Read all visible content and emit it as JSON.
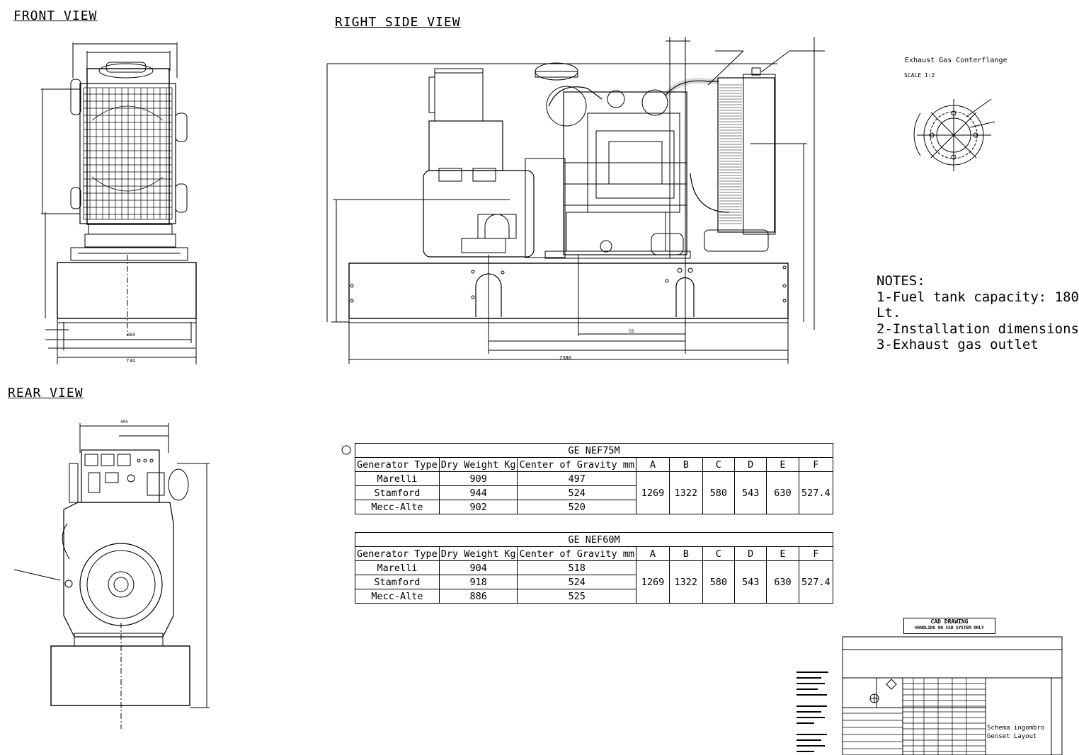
{
  "views": {
    "front": "FRONT VIEW",
    "right": "RIGHT SIDE VIEW",
    "rear": "REAR VIEW"
  },
  "flange": {
    "title": "Exhaust Gas Conterflange",
    "scale": "SCALE 1:2"
  },
  "notes": {
    "heading": "NOTES:",
    "lines": [
      "1-Fuel tank capacity: 180",
      "Lt.",
      "2-Installation dimensions",
      "3-Exhaust gas outlet"
    ]
  },
  "tables": [
    {
      "title": "GE NEF75M",
      "headers": [
        "Generator Type",
        "Dry Weight Kg",
        "Center of Gravity mm",
        "A",
        "B",
        "C",
        "D",
        "E",
        "F"
      ],
      "rows": [
        {
          "type": "Marelli",
          "weight": "909",
          "cog": "497"
        },
        {
          "type": "Stamford",
          "weight": "944",
          "cog": "524"
        },
        {
          "type": "Mecc-Alte",
          "weight": "902",
          "cog": "520"
        }
      ],
      "dims": {
        "A": "1269",
        "B": "1322",
        "C": "580",
        "D": "543",
        "E": "630",
        "F": "527.4"
      }
    },
    {
      "title": "GE NEF60M",
      "headers": [
        "Generator Type",
        "Dry Weight Kg",
        "Center of Gravity mm",
        "A",
        "B",
        "C",
        "D",
        "E",
        "F"
      ],
      "rows": [
        {
          "type": "Marelli",
          "weight": "904",
          "cog": "518"
        },
        {
          "type": "Stamford",
          "weight": "918",
          "cog": "524"
        },
        {
          "type": "Mecc-Alte",
          "weight": "886",
          "cog": "525"
        }
      ],
      "dims": {
        "A": "1269",
        "B": "1322",
        "C": "580",
        "D": "543",
        "E": "630",
        "F": "527.4"
      }
    }
  ],
  "title_block": {
    "cad_line1": "CAD DRAWING",
    "cad_line2": "HANDLING ON CAD SYSTEM ONLY",
    "name_it": "Schema ingombro",
    "name_en": "Genset Layout"
  },
  "dim_labels": {
    "front_bottom": "734",
    "front_base": "684",
    "side_total": "2380",
    "rear_top": "495",
    "side_offset": "C6"
  }
}
